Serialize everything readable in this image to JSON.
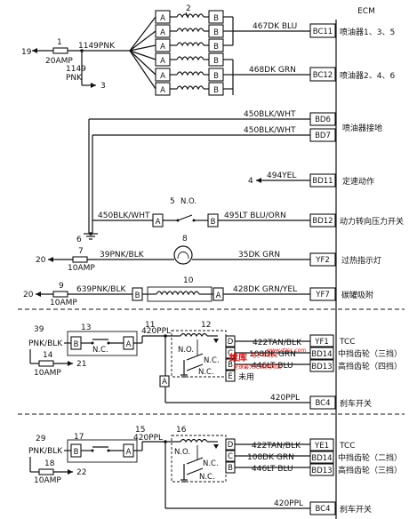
{
  "ecm": "ECM",
  "injectors": {
    "ref_coil": "2",
    "connector_a": "A",
    "connector_b": "B",
    "fuse_in": "19",
    "fuse_ref": "1",
    "fuse_rating": "20AMP",
    "feed_wire": "1149PNK",
    "branch_wire": "1149\nPNK",
    "branch_dest": "3",
    "bank1_wire": "467DK BLU",
    "bank1_pin": "BC11",
    "bank1_label": "喷油器1、3、5",
    "bank2_wire": "468DK GRN",
    "bank2_pin": "BC12",
    "bank2_label": "喷油器2、4、6"
  },
  "ground": {
    "wire1": "450BLK/WHT",
    "pin1": "BD6",
    "wire2": "450BLK/WHT",
    "pin2": "BD7",
    "label": "喷油器接地",
    "ground_ref": "6"
  },
  "speed": {
    "dest": "4",
    "wire": "494YEL",
    "pin": "BD11",
    "label": "定速动作"
  },
  "ps_switch": {
    "ref": "5",
    "contact": "N.O.",
    "in_wire": "450BLK/WHT",
    "connector_a": "A",
    "connector_b": "B",
    "out_wire": "495LT BLU/ORN",
    "pin": "BD12",
    "label": "动力转向压力开关"
  },
  "overheat": {
    "lamp_ref": "8",
    "src": "20",
    "fuse_ref": "7",
    "fuse_rating": "10AMP",
    "in_wire": "39PNK/BLK",
    "out_wire": "35DK GRN",
    "pin": "YF2",
    "label": "过热指示灯"
  },
  "canister": {
    "src": "20",
    "fuse_ref": "9",
    "fuse_rating": "10AMP",
    "in_wire": "639PNK/BLK",
    "coil_ref": "10",
    "connector_b": "B",
    "connector_a": "A",
    "out_wire": "428DK GRN/YEL",
    "pin": "YF7",
    "label": "碳罐吸附"
  },
  "section1": {
    "feed_ref": "39",
    "feed_wire": "PNK/BLK",
    "relay_ref": "13",
    "nc": "N.C.",
    "connector_b": "B",
    "connector_a": "A",
    "fuse_ref": "14",
    "fuse_rating": "10AMP",
    "fuse_dest": "21",
    "splice_ref": "11",
    "splice_wire": "420PPL",
    "relay2_ref": "12",
    "no": "N.O.",
    "nc2": "N.C.",
    "nc3": "N.C.",
    "pin_d": "D",
    "pin_c": "C",
    "pin_b": "B",
    "pin_e": "E",
    "pin_a": "A",
    "tcc_wire": "422TAN/BLK",
    "tcc_pin": "YF1",
    "tcc_label": "TCC",
    "mid_wire": "108DK GRN",
    "mid_pin": "BD14",
    "mid_label": "中挡齿轮（三挡）",
    "high_wire": "446LT BLU",
    "high_pin": "BD13",
    "high_label": "高挡齿轮（四挡）",
    "unused": "未用",
    "brake_wire": "420PPL",
    "brake_pin": "BC4",
    "brake_label": "刹车开关"
  },
  "section2": {
    "feed_ref": "29",
    "feed_wire": "PNK/BLK",
    "relay_ref": "17",
    "connector_b": "B",
    "connector_a": "A",
    "fuse_ref": "18",
    "fuse_rating": "10AMP",
    "fuse_dest": "22",
    "splice_ref": "15",
    "splice_wire": "420PPL",
    "relay2_ref": "16",
    "no": "N.O.",
    "nc2": "N.C.",
    "nc3": "N.C.",
    "pin_d": "D",
    "pin_c": "C",
    "pin_b": "B",
    "tcc_wire": "422TAN/BLK",
    "tcc_pin": "YE1",
    "tcc_label": "TCC",
    "mid_wire": "108DK GRN",
    "mid_pin": "BD14",
    "mid_label": "中挡齿轮（二挡）",
    "high_wire": "446LT BLU",
    "high_pin": "BD13",
    "high_label": "高挡齿轮（三挡）",
    "brake_wire": "420PPL",
    "brake_pin": "BC4",
    "brake_label": "刹车开关"
  },
  "watermark": {
    "brand": "维库",
    "brand2": "电子市场网",
    "tagline": "全球最大IC采购网站",
    "url": "www.dzsc.com"
  }
}
